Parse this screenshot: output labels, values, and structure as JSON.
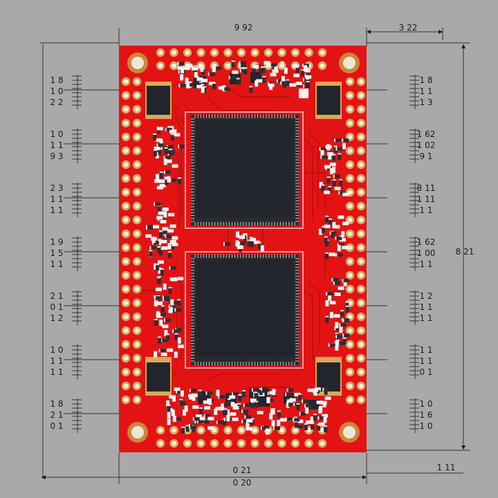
{
  "dimensions": {
    "top_center": "9 92",
    "top_right": "3 22",
    "right_side": "8 21",
    "bottom_inner": "0 21",
    "bottom_outer": "0 20",
    "bottom_right": "1 11"
  },
  "left_scale": [
    {
      "group": [
        "1 8",
        "1 0",
        "2 2"
      ]
    },
    {
      "group": [
        "1 0",
        "1 1",
        "9 3"
      ]
    },
    {
      "group": [
        "2 3",
        "1 1",
        "1 1"
      ]
    },
    {
      "group": [
        "1 9",
        "1 5",
        "1 1"
      ]
    },
    {
      "group": [
        "2 1",
        "0 1",
        "1 2"
      ]
    },
    {
      "group": [
        "1 0",
        "1 1",
        "1 1"
      ]
    },
    {
      "group": [
        "1 8",
        "2 1",
        "0 1"
      ]
    }
  ],
  "right_scale": [
    {
      "group": [
        "1 8",
        "1 1",
        "1 3"
      ]
    },
    {
      "group": [
        "1 62",
        "1 02",
        "9 1"
      ]
    },
    {
      "group": [
        "8 11",
        "1 11",
        "1 1"
      ]
    },
    {
      "group": [
        "1 62",
        "1 00",
        "1 1"
      ]
    },
    {
      "group": [
        "1 2",
        "1 1",
        "1 1"
      ]
    },
    {
      "group": [
        "1 1",
        "1 1",
        "0 1"
      ]
    },
    {
      "group": [
        "1 0",
        "1 6",
        "1 0"
      ]
    }
  ],
  "colors": {
    "background": "#a9a9a9",
    "board": "#e31313",
    "chip": "#23252c",
    "pad": "#d9a95a",
    "silkscreen": "#f2f2f2",
    "trace": "#b50f0f"
  }
}
